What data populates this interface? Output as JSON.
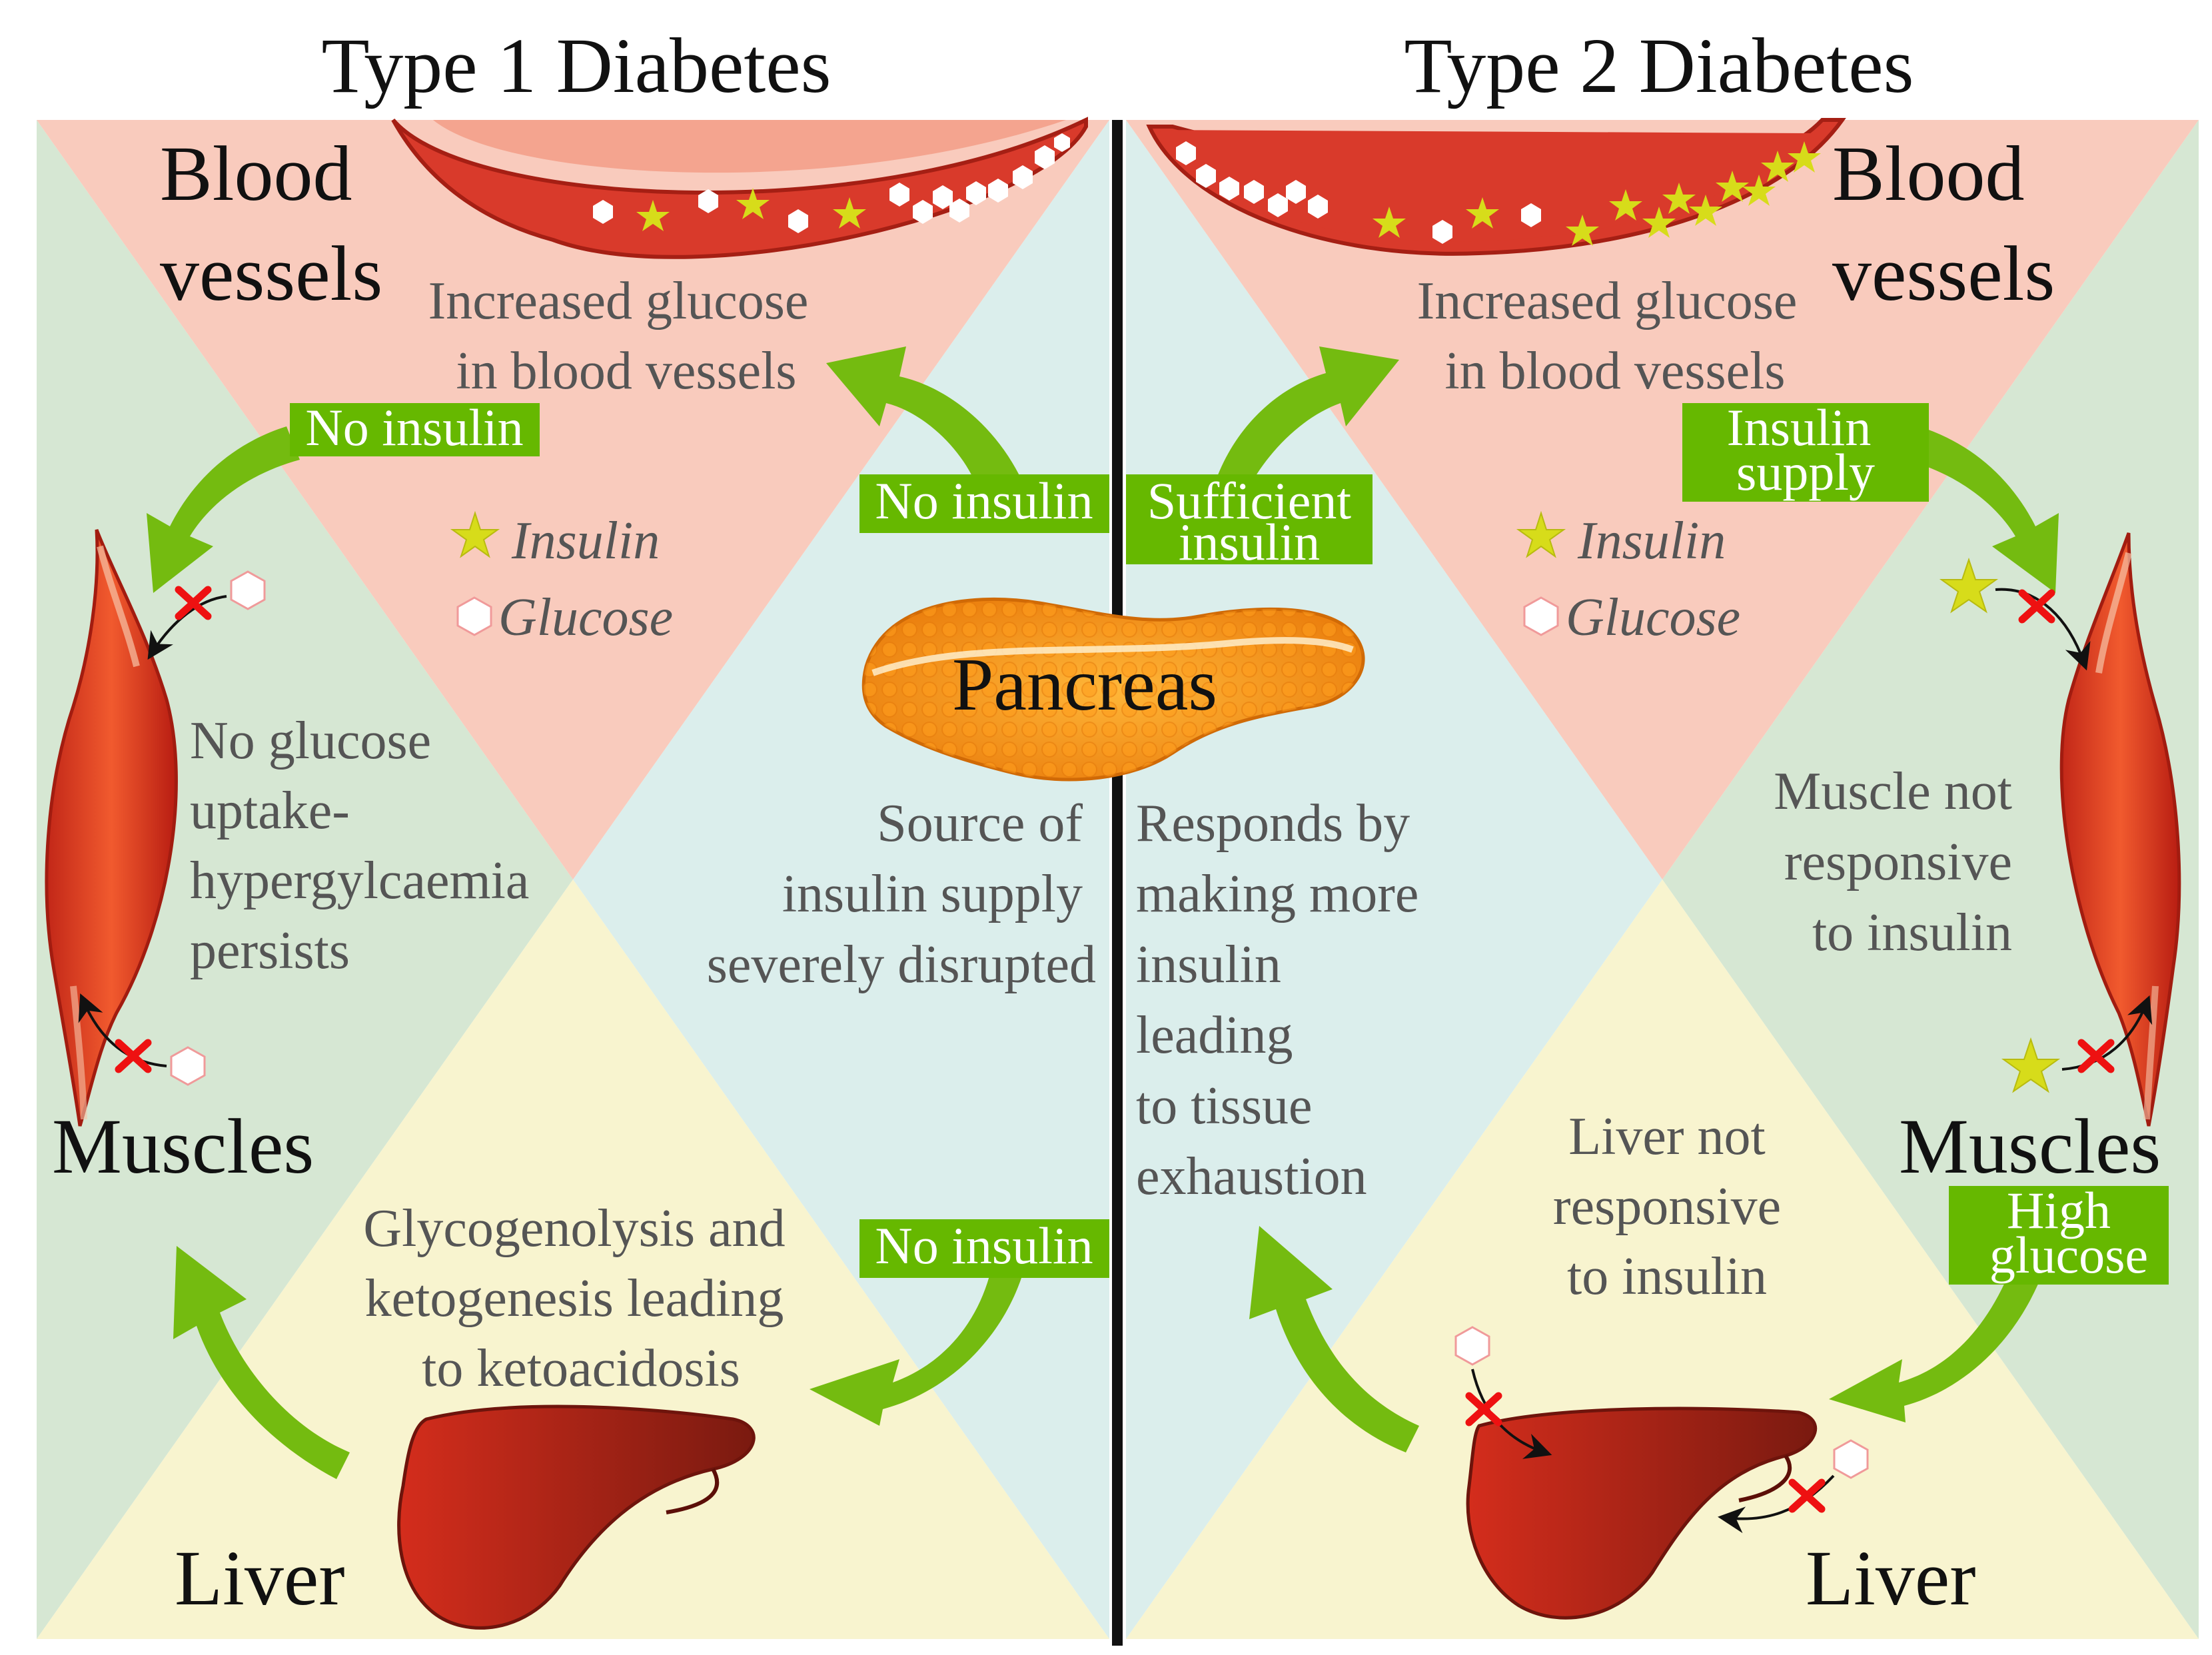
{
  "titles": {
    "left": "Type 1 Diabetes",
    "right": "Type 2 Diabetes"
  },
  "regions": {
    "left_blood_1": "Blood",
    "left_blood_2": "vessels",
    "right_blood_1": "Blood",
    "right_blood_2": "vessels",
    "left_muscles": "Muscles",
    "right_muscles": "Muscles",
    "left_liver": "Liver",
    "right_liver": "Liver",
    "pancreas": "Pancreas"
  },
  "legend": {
    "insulin": "Insulin",
    "glucose": "Glucose"
  },
  "type1": {
    "glucose_note_1": "Increased glucose",
    "glucose_note_2": "in blood vessels",
    "tag_muscle": "No insulin",
    "tag_blood": "No insulin",
    "tag_liver": "No insulin",
    "muscle_note_1": "No glucose",
    "muscle_note_2": "uptake-",
    "muscle_note_3": "hypergylcaemia",
    "muscle_note_4": "persists",
    "pancreas_note_1": "Source of",
    "pancreas_note_2": "insulin supply",
    "pancreas_note_3": "severely disrupted",
    "liver_note_1": "Glycogenolysis and",
    "liver_note_2": "ketogenesis leading",
    "liver_note_3": "to ketoacidosis"
  },
  "type2": {
    "glucose_note_1": "Increased glucose",
    "glucose_note_2": "in blood vessels",
    "tag_blood_1": "Sufficient",
    "tag_blood_2": "insulin",
    "tag_muscle_1": "Insulin",
    "tag_muscle_2": "supply",
    "tag_liver_1": "High",
    "tag_liver_2": "glucose",
    "pancreas_note_1": "Responds by",
    "pancreas_note_2": "making more",
    "pancreas_note_3": "insulin",
    "pancreas_note_4": "leading",
    "pancreas_note_5": "to tissue",
    "pancreas_note_6": "exhaustion",
    "muscle_note_1": "Muscle not",
    "muscle_note_2": "responsive",
    "muscle_note_3": "to insulin",
    "liver_note_1": "Liver not",
    "liver_note_2": "responsive",
    "liver_note_3": "to insulin"
  },
  "colors": {
    "blood_region": "#f9cbbd",
    "muscle_region": "#d6e7d3",
    "liver_region": "#f8f4cf",
    "pancreas_region": "#dbeeec",
    "arrow_green": "#74bb10",
    "tag_green": "#66b800",
    "vessel_red": "#d93a2b",
    "organ_red": "#b1271a",
    "pancreas_orange": "#f39a17",
    "insulin_star": "#d7dc1a",
    "block_red": "#ee1111"
  }
}
